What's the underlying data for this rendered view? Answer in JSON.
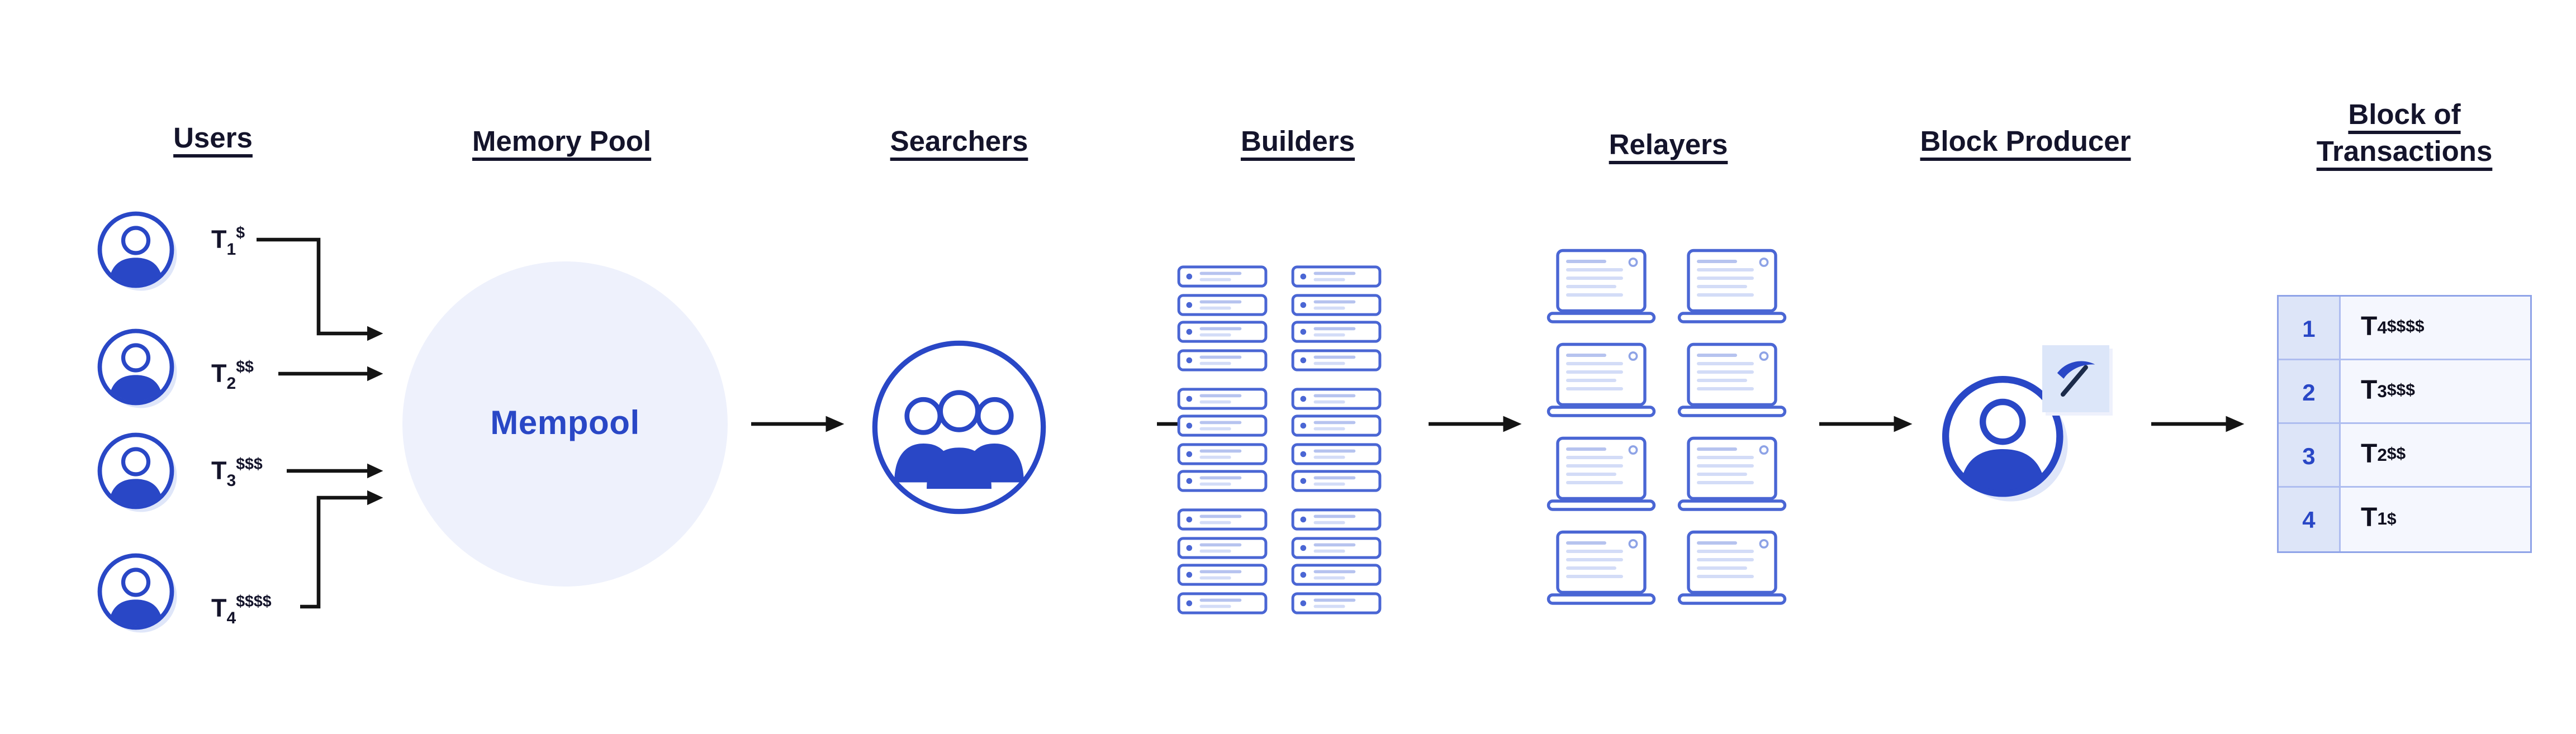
{
  "headers": {
    "users": "Users",
    "memory_pool": "Memory Pool",
    "searchers": "Searchers",
    "builders": "Builders",
    "relayers": "Relayers",
    "block_producer": "Block Producer",
    "block_of_transactions_line1": "Block of",
    "block_of_transactions_line2": "Transactions"
  },
  "users": {
    "transactions": [
      {
        "base": "T",
        "sub": "1",
        "sup": "$"
      },
      {
        "base": "T",
        "sub": "2",
        "sup": "$$"
      },
      {
        "base": "T",
        "sub": "3",
        "sup": "$$$"
      },
      {
        "base": "T",
        "sub": "4",
        "sup": "$$$$"
      }
    ]
  },
  "mempool": {
    "label": "Mempool"
  },
  "builders": {
    "server_columns": 2,
    "server_groups_per_column": 3,
    "servers_per_group": 4
  },
  "relayers": {
    "laptop_columns": 2,
    "laptops_per_column": 4
  },
  "block": {
    "rows": [
      {
        "position": "1",
        "base": "T",
        "sub": "4",
        "sup": "$$$$"
      },
      {
        "position": "2",
        "base": "T",
        "sub": "3",
        "sup": "$$$"
      },
      {
        "position": "3",
        "base": "T",
        "sub": "2",
        "sup": "$$"
      },
      {
        "position": "4",
        "base": "T",
        "sub": "1",
        "sup": "$"
      }
    ]
  },
  "icons": {
    "user_avatar": "person-in-circle",
    "searchers_group": "three-people-in-circle",
    "builder_server": "server-rack-unit",
    "relayer_laptop": "laptop",
    "block_producer_avatar": "person-in-circle",
    "pickaxe": "pickaxe",
    "flow_arrow": "right-arrow"
  },
  "colors": {
    "primary_blue": "#2947c6",
    "light_blue_fill": "#eef1fc",
    "pale_line_blue": "#b6c3ef",
    "table_border": "#aebdf0",
    "index_cell_bg": "#dde5f8",
    "value_cell_bg": "#f5f7fe",
    "arrow_black": "#141414",
    "heading_text": "#14142b",
    "background": "#ffffff"
  }
}
